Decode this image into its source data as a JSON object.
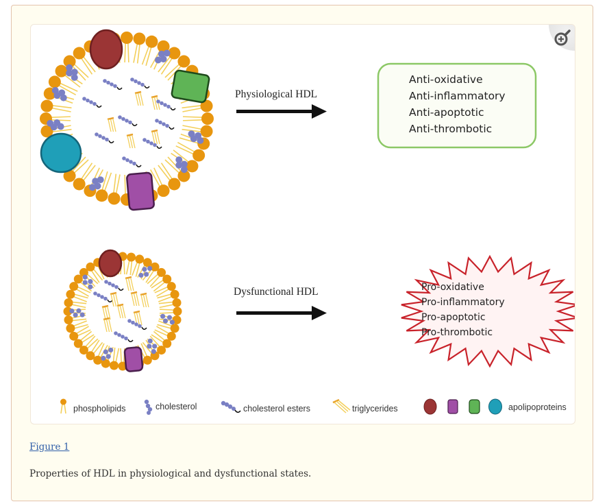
{
  "figure": {
    "top": {
      "arrow_label": "Physiological HDL",
      "properties": [
        "Anti-oxidative",
        "Anti-inflammatory",
        "Anti-apoptotic",
        "Anti-thrombotic"
      ]
    },
    "bottom": {
      "arrow_label": "Dysfunctional HDL",
      "properties": [
        "Pro-oxidative",
        "Pro-inflammatory",
        "Pro-apoptotic",
        "Pro-thrombotic"
      ]
    },
    "legend": {
      "phospholipids": "phospholipids",
      "cholesterol": "cholesterol",
      "cholesterol_esters": "cholesterol  esters",
      "triglycerides": "triglycerides",
      "apolipoproteins": "apolipoproteins"
    },
    "colors": {
      "phospholipid_head": "#e8960f",
      "phospholipid_tail": "#f3cf5a",
      "cholesterol": "#7a80c4",
      "apo_red": "#9b3535",
      "apo_purple": "#a04fa6",
      "apo_green": "#5fb456",
      "apo_teal": "#1f9fb8",
      "good_box_border": "#8cc866",
      "bad_burst_border": "#c8222a",
      "bad_burst_fill": "#fff3f3"
    }
  },
  "zoom_button": {
    "icon": "zoom-in-icon"
  },
  "figure_link": "Figure 1",
  "caption": "Properties of HDL in physiological and dysfunctional states."
}
